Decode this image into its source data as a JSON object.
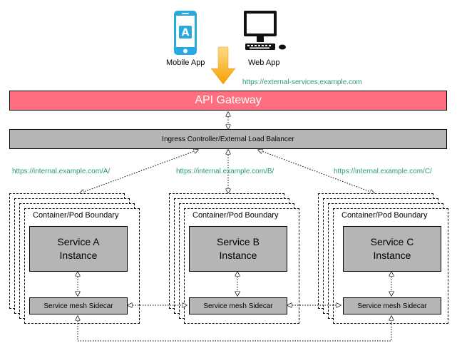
{
  "clients": {
    "mobile": {
      "label": "Mobile App",
      "icon": "mobile-phone-icon",
      "glyph": "A",
      "color": "#29a8e0"
    },
    "web": {
      "label": "Web App",
      "icon": "desktop-computer-icon"
    }
  },
  "external_url": "https://external-services.example.com",
  "gateway": {
    "label": "API Gateway",
    "color": "#ff6f7f"
  },
  "ingress": {
    "label": "Ingress Controller/External Load Balancer"
  },
  "routes": {
    "a": "https://internal.example.com/A/",
    "b": "https://internal.example.com/B/",
    "c": "https://internal.example.com/C/"
  },
  "pods": [
    {
      "boundary_label": "Container/Pod Boundary",
      "service_line1": "Service A",
      "service_line2": "Instance",
      "sidecar_label": "Service mesh Sidecar"
    },
    {
      "boundary_label": "Container/Pod Boundary",
      "service_line1": "Service B",
      "service_line2": "Instance",
      "sidecar_label": "Service mesh Sidecar"
    },
    {
      "boundary_label": "Container/Pod Boundary",
      "service_line1": "Service C",
      "service_line2": "Instance",
      "sidecar_label": "Service mesh Sidecar"
    }
  ]
}
